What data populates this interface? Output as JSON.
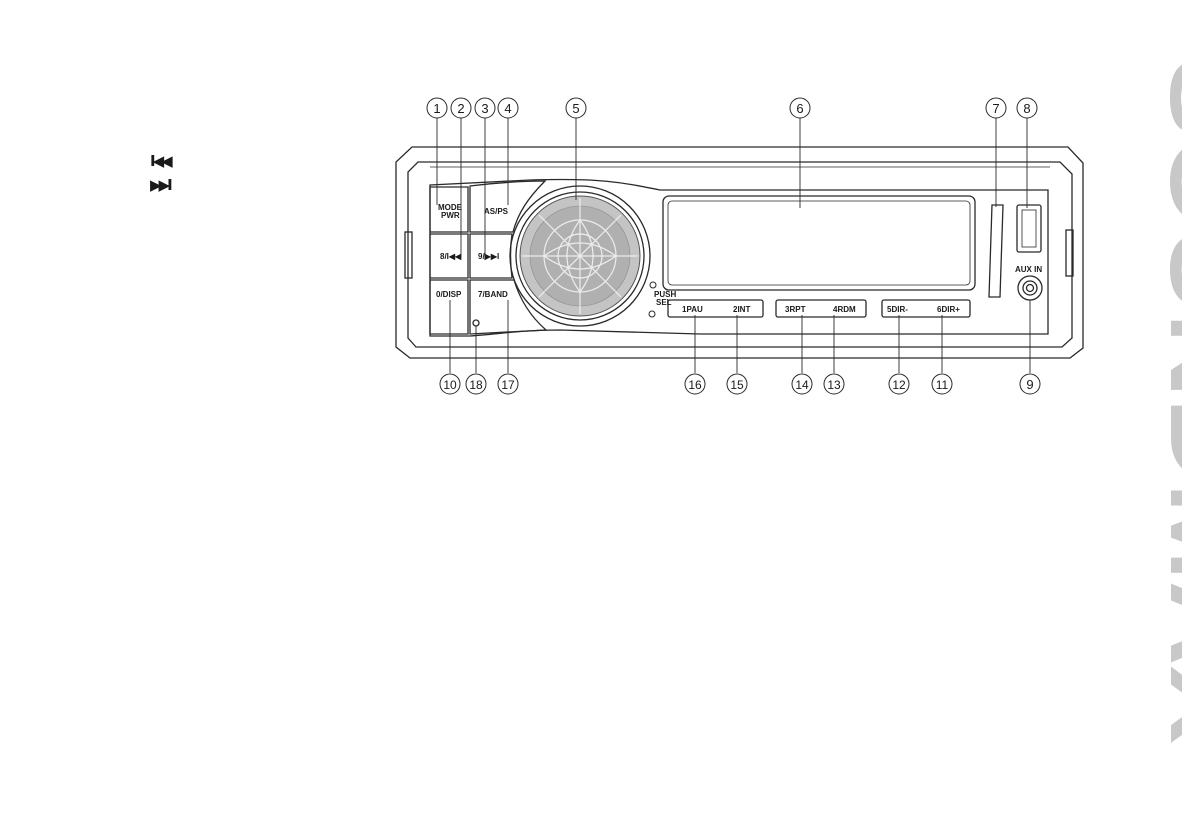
{
  "legend": {
    "prev_symbol": "I◀◀",
    "next_symbol": "▶▶I"
  },
  "brand": "SOUNDMAX",
  "panel": {
    "buttons": {
      "mode_pwr_line1": "MODE",
      "mode_pwr_line2": "PWR",
      "as_ps": "AS/PS",
      "prev": "8/I◀◀",
      "next": "9/▶▶I",
      "disp": "0/DISP",
      "band": "7/BAND"
    },
    "knob_label_line1": "PUSH",
    "knob_label_line2": "SEL",
    "aux_in": "AUX IN",
    "presets": [
      "1PAU",
      "2INT",
      "3RPT",
      "4RDM",
      "5DIR-",
      "6DIR+"
    ]
  },
  "callouts": {
    "top": [
      "1",
      "2",
      "3",
      "4",
      "5",
      "6",
      "7",
      "8"
    ],
    "bottom": [
      "10",
      "18",
      "17",
      "16",
      "15",
      "14",
      "13",
      "12",
      "11",
      "9"
    ]
  },
  "colors": {
    "line": "#2a2a2a",
    "brand": "#c8c8c8",
    "knob": "#bdbdbd"
  }
}
